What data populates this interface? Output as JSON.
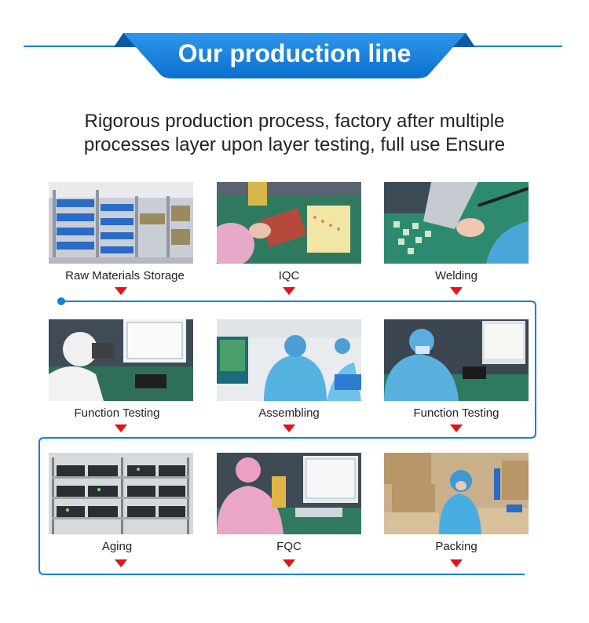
{
  "header": {
    "title": "Our production line"
  },
  "intro": {
    "line1": "Rigorous production process, factory after multiple",
    "line2": "processes layer upon layer testing, full use Ensure"
  },
  "colors": {
    "accent": "#1a7fd0",
    "arrow": "#e8101a"
  },
  "steps": [
    {
      "label": "Raw Materials Storage"
    },
    {
      "label": "IQC"
    },
    {
      "label": "Welding"
    },
    {
      "label": "Function Testing"
    },
    {
      "label": "Assembling"
    },
    {
      "label": "Function Testing"
    },
    {
      "label": "Aging"
    },
    {
      "label": "FQC"
    },
    {
      "label": "Packing"
    }
  ]
}
